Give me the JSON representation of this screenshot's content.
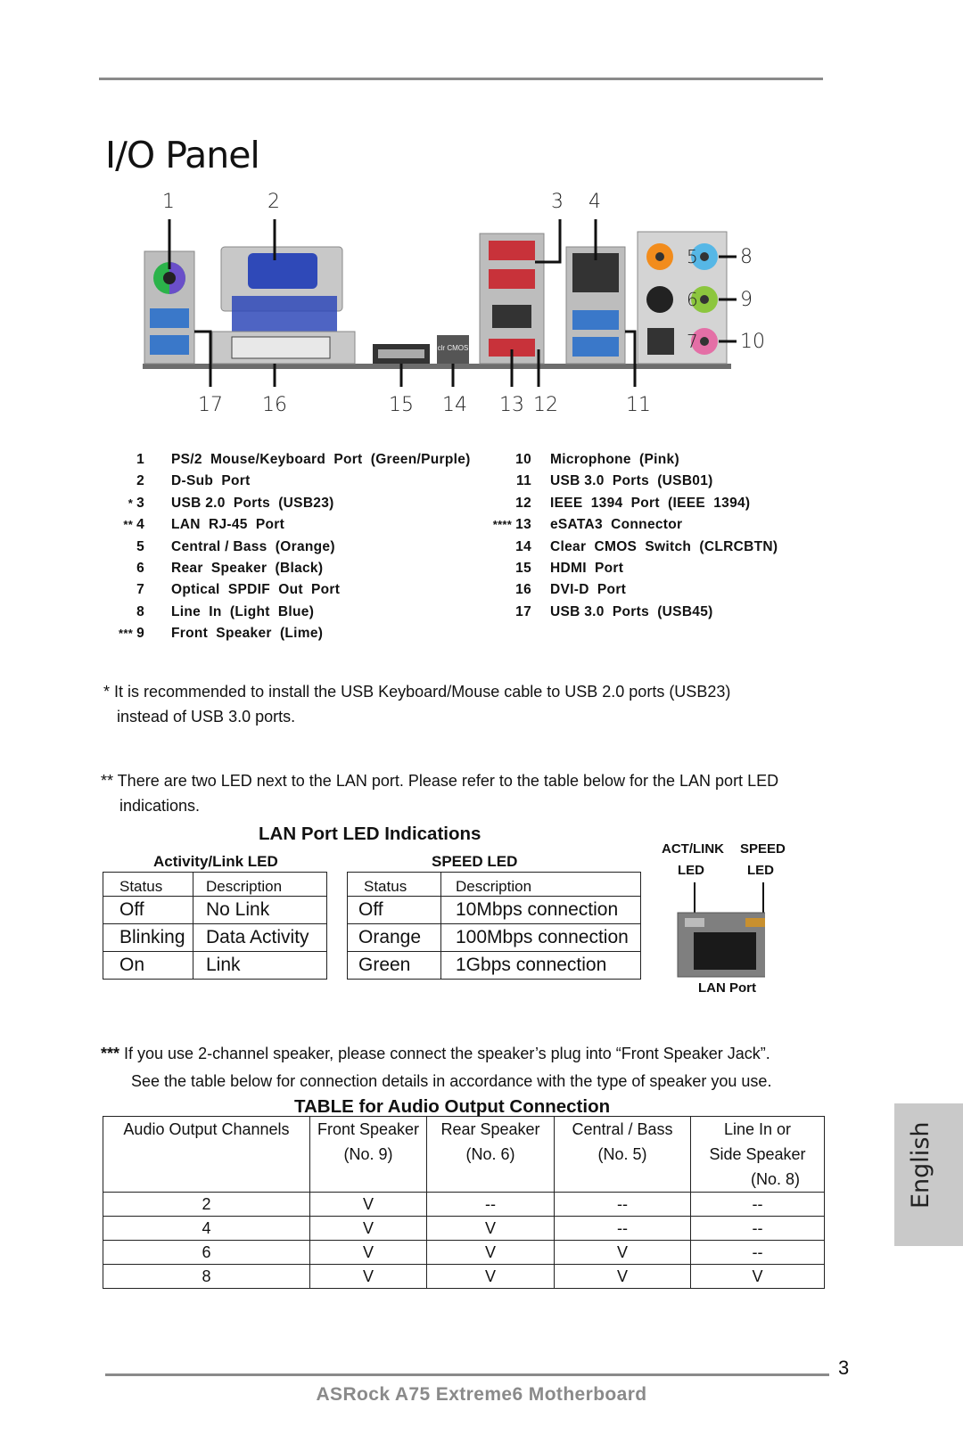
{
  "title": "I/O Panel",
  "diagram": {
    "callouts_top": [
      "1",
      "2",
      "3",
      "4"
    ],
    "callouts_right": [
      "8",
      "9",
      "10"
    ],
    "callouts_inline": [
      "5",
      "6",
      "7"
    ],
    "callouts_bottom": [
      "17",
      "16",
      "15",
      "14",
      "13",
      "12",
      "11"
    ],
    "clr_cmos_label": "clr CMOS"
  },
  "legend_left": [
    {
      "mark": "",
      "num": "1",
      "text": "PS/2  Mouse/Keyboard  Port  (Green/Purple)"
    },
    {
      "mark": "",
      "num": "2",
      "text": "D-Sub  Port"
    },
    {
      "mark": "*",
      "num": "3",
      "text": "USB 2.0  Ports  (USB23)"
    },
    {
      "mark": "**",
      "num": "4",
      "text": "LAN  RJ-45  Port"
    },
    {
      "mark": "",
      "num": "5",
      "text": "Central / Bass  (Orange)"
    },
    {
      "mark": "",
      "num": "6",
      "text": "Rear  Speaker  (Black)"
    },
    {
      "mark": "",
      "num": "7",
      "text": "Optical  SPDIF  Out  Port"
    },
    {
      "mark": "",
      "num": "8",
      "text": "Line  In  (Light  Blue)"
    },
    {
      "mark": "***",
      "num": "9",
      "text": "Front  Speaker  (Lime)"
    }
  ],
  "legend_right": [
    {
      "mark": "",
      "num": "10",
      "text": "Microphone  (Pink)"
    },
    {
      "mark": "",
      "num": "11",
      "text": "USB 3.0  Ports  (USB01)"
    },
    {
      "mark": "",
      "num": "12",
      "text": "IEEE  1394  Port  (IEEE  1394)"
    },
    {
      "mark": "****",
      "num": "13",
      "text": "eSATA3  Connector"
    },
    {
      "mark": "",
      "num": "14",
      "text": "Clear  CMOS  Switch  (CLRCBTN)"
    },
    {
      "mark": "",
      "num": "15",
      "text": "HDMI  Port"
    },
    {
      "mark": "",
      "num": "16",
      "text": "DVI-D  Port"
    },
    {
      "mark": "",
      "num": "17",
      "text": "USB 3.0  Ports  (USB45)"
    }
  ],
  "note1": {
    "line1": "* It is recommended to install the USB Keyboard/Mouse cable to USB 2.0 ports (USB23)",
    "line2": "instead of USB 3.0 ports."
  },
  "note2": {
    "line1": "** There are two LED next to the LAN port. Please refer to the table below for the LAN port LED",
    "line2": "indications."
  },
  "lan": {
    "heading": "LAN Port LED Indications",
    "activity_title": "Activity/Link LED",
    "speed_title": "SPEED LED",
    "header": [
      "Status",
      "Description"
    ],
    "activity_rows": [
      [
        "Off",
        "No Link"
      ],
      [
        "Blinking",
        "Data Activity"
      ],
      [
        "On",
        "Link"
      ]
    ],
    "speed_rows": [
      [
        "Off",
        "10Mbps connection"
      ],
      [
        "Orange",
        "100Mbps connection"
      ],
      [
        "Green",
        "1Gbps connection"
      ]
    ],
    "diagram_act": "ACT/LINK",
    "diagram_speed": "SPEED",
    "diagram_led1": "LED",
    "diagram_led2": "LED",
    "diagram_caption": "LAN Port"
  },
  "note3": {
    "mark": "***",
    "line1": " If you use 2-channel speaker, please connect the speaker’s plug into “Front Speaker Jack”.",
    "line2": "See the table below for connection details in accordance with the type of speaker you use."
  },
  "audio": {
    "heading": "TABLE for Audio Output  Connection",
    "headers": [
      [
        "Audio Output Channels"
      ],
      [
        "Front Speaker",
        "(No. 9)"
      ],
      [
        "Rear Speaker",
        "(No. 6)"
      ],
      [
        "Central / Bass",
        "(No. 5)"
      ],
      [
        "Line In or",
        "Side Speaker",
        "(No. 8)"
      ]
    ],
    "rows": [
      [
        "2",
        "V",
        "--",
        "--",
        "--"
      ],
      [
        "4",
        "V",
        "V",
        "--",
        "--"
      ],
      [
        "6",
        "V",
        "V",
        "V",
        "--"
      ],
      [
        "8",
        "V",
        "V",
        "V",
        "V"
      ]
    ]
  },
  "side_tab": "English",
  "page_number": "3",
  "footer": "ASRock  A75 Extreme6  Motherboard",
  "colors": {
    "ps2_green": "#2bb34a",
    "ps2_purple": "#6a4fc9",
    "vga_blue": "#2f49b8",
    "usb3_blue": "#3a78c9",
    "esata_red": "#c8323a",
    "audio_orange": "#f28c1c",
    "audio_blue": "#56b7e6",
    "audio_black": "#222222",
    "audio_lime": "#8cc63e",
    "audio_pink": "#e46fa6",
    "rule_gray": "#8a8a8a",
    "tab_gray": "#c9c9c9"
  }
}
